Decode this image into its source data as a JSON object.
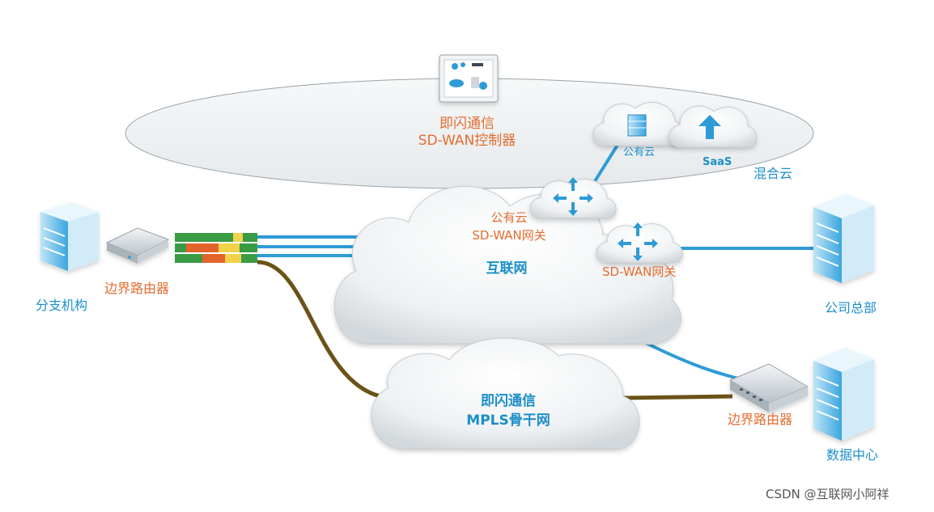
{
  "colors": {
    "orange": "#e46c2e",
    "blue": "#1a8fc9",
    "internet_link": "#2e9bd6",
    "mpls_link": "#6b5317"
  },
  "controller": {
    "line1": "即闪通信",
    "line2": "SD-WAN控制器"
  },
  "hybrid_cloud": {
    "label": "混合云",
    "public_cloud_label": "公有云",
    "saas_label": "SaaS"
  },
  "internet": {
    "label": "互联网",
    "cloud_gateway_line1": "公有云",
    "cloud_gateway_line2": "SD-WAN网关",
    "hq_gateway_label": "SD-WAN网关"
  },
  "mpls": {
    "line1": "即闪通信",
    "line2": "MPLS骨干网"
  },
  "branch": {
    "label": "分支机构",
    "router_label": "边界路由器"
  },
  "headquarters": {
    "label": "公司总部"
  },
  "datacenter": {
    "label": "数据中心",
    "router_label": "边界路由器"
  },
  "watermark": "CSDN @互联网小阿祥"
}
